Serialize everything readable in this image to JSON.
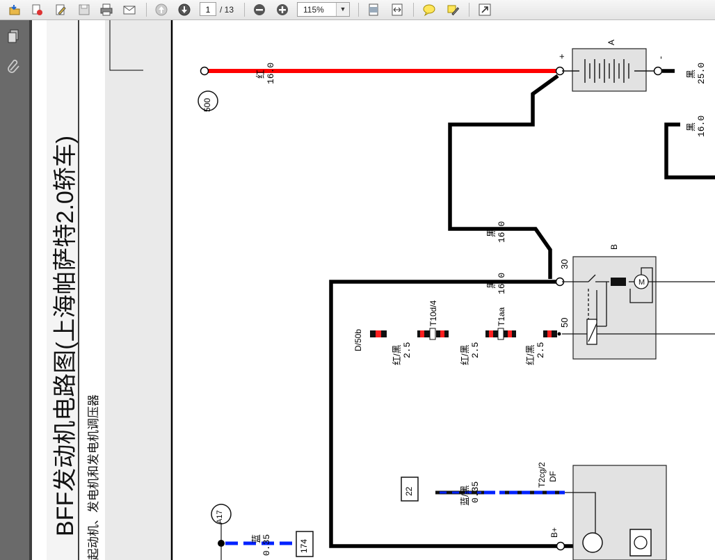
{
  "toolbar": {
    "icons": [
      "open-icon",
      "create-icon",
      "edit-icon",
      "save-icon",
      "print-icon",
      "email-icon",
      "previous-page-icon",
      "next-page-icon",
      "zoom-out-icon",
      "zoom-in-icon",
      "fit-page-icon",
      "fit-width-icon",
      "comment-icon",
      "highlight-icon",
      "fullscreen-icon"
    ],
    "page_current": "1",
    "page_total": "/ 13",
    "zoom": "115%"
  },
  "sidebar": {
    "icons": [
      "pages-icon",
      "attachments-icon"
    ]
  },
  "document": {
    "title": "BFF发动机电路图(上海帕萨特2.0轿车)",
    "subtitle": "起动机、发电机和发电机调压器",
    "labels": {
      "red_wire": "红",
      "red_wire_size": "16.0",
      "node_500": "500",
      "battery_label": "A",
      "plus": "+",
      "minus": "-",
      "black_25": "黑",
      "black_25_size": "25.0",
      "black_16_right": "黑",
      "black_16_right_size": "16.0",
      "black_16_mid": "黑",
      "black_16_mid_size": "16.0",
      "black_16_low": "黑",
      "black_16_low_size": "16.0",
      "starter_label": "B",
      "term_30": "30",
      "term_50": "50",
      "d50b": "D/50b",
      "conn_t10d": "T10d/4",
      "conn_t1aa": "T1aa",
      "rb_1": "红/黑",
      "rb_1_size": "2.5",
      "rb_2": "红/黑",
      "rb_2_size": "2.5",
      "rb_3": "红/黑",
      "rb_3_size": "2.5",
      "box_22": "22",
      "blue_black": "蓝/黑",
      "blue_black_size": "0.35",
      "t2cg": "T2cg/2",
      "df": "DF",
      "b_plus": "B+",
      "a17": "A17",
      "blue": "蓝",
      "blue_size": "0.35",
      "box_174": "174"
    }
  }
}
